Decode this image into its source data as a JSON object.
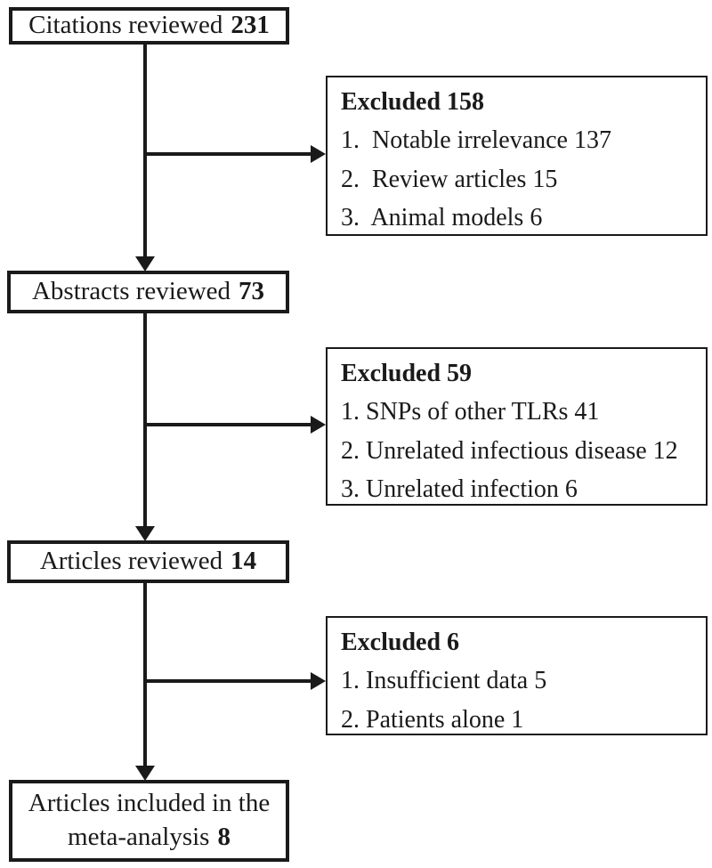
{
  "colors": {
    "line": "#1a1a1a",
    "text": "#1a1a1a",
    "background": "#ffffff"
  },
  "flow": {
    "stages": [
      {
        "label": "Citations reviewed",
        "count": "231"
      },
      {
        "label": "Abstracts reviewed",
        "count": "73"
      },
      {
        "label": "Articles reviewed",
        "count": "14"
      }
    ],
    "final_stage": {
      "line1": "Articles included in the",
      "line2_label": "meta-analysis",
      "count": "8"
    },
    "exclusions": [
      {
        "title": "Excluded 158",
        "items": [
          "1.  Notable irrelevance 137",
          "2.  Review articles 15",
          "3.  Animal models 6"
        ]
      },
      {
        "title": "Excluded 59",
        "items": [
          "1. SNPs of other TLRs 41",
          "2. Unrelated infectious disease 12",
          "3. Unrelated infection 6"
        ]
      },
      {
        "title": "Excluded 6",
        "items": [
          "1. Insufficient data 5",
          "2. Patients alone 1"
        ]
      }
    ]
  }
}
